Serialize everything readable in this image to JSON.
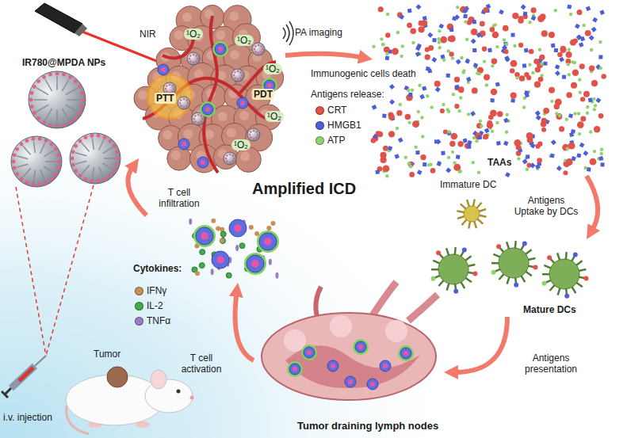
{
  "diagram": {
    "nodes": [
      {
        "text": [
          "PTT",
          "PDT"
        ]
      },
      {
        "text": [
          "TAAs"
        ]
      },
      {
        "text": [
          "Immature DC"
        ]
      },
      {
        "text": [
          "Mature DCs"
        ]
      },
      {
        "text": [
          "Tumor draining lymph nodes"
        ]
      },
      {
        "text": [
          "Cytokines:"
        ]
      }
    ],
    "edges": [
      {
        "from": 0,
        "to": 1,
        "label": "Immunogenic cells death",
        "arrow": "to"
      },
      {
        "from": 1,
        "to": 3,
        "label": "Antigens Uptake by DCs",
        "arrow": "to"
      },
      {
        "from": 3,
        "to": 4,
        "label": "Antigens presentation",
        "arrow": "to"
      },
      {
        "from": 4,
        "to": 5,
        "label": "T cell activation",
        "arrow": "to"
      },
      {
        "from": 5,
        "to": 0,
        "label": "T cell infiltration",
        "arrow": "to"
      }
    ],
    "labels": [
      "NIR",
      "PA imaging",
      "¹O₂",
      "¹O₂",
      "¹O₂",
      "¹O₂",
      "¹O₂",
      "Antigens release:",
      "Amplified ICD",
      "IR780@MPDA NPs",
      "Tumor",
      "i.v. injection"
    ],
    "legend": [
      {
        "text": "CRT",
        "color": "#e0534a"
      },
      {
        "text": "HMGB1",
        "color": "#4c5fd6"
      },
      {
        "text": "ATP",
        "color": "#8ed36f"
      },
      {
        "text": "IFNγ",
        "color": "#c88f5a"
      },
      {
        "text": "IL-2",
        "color": "#3fae49"
      },
      {
        "text": "TNFα",
        "color": "#9b7cc4"
      }
    ]
  }
}
